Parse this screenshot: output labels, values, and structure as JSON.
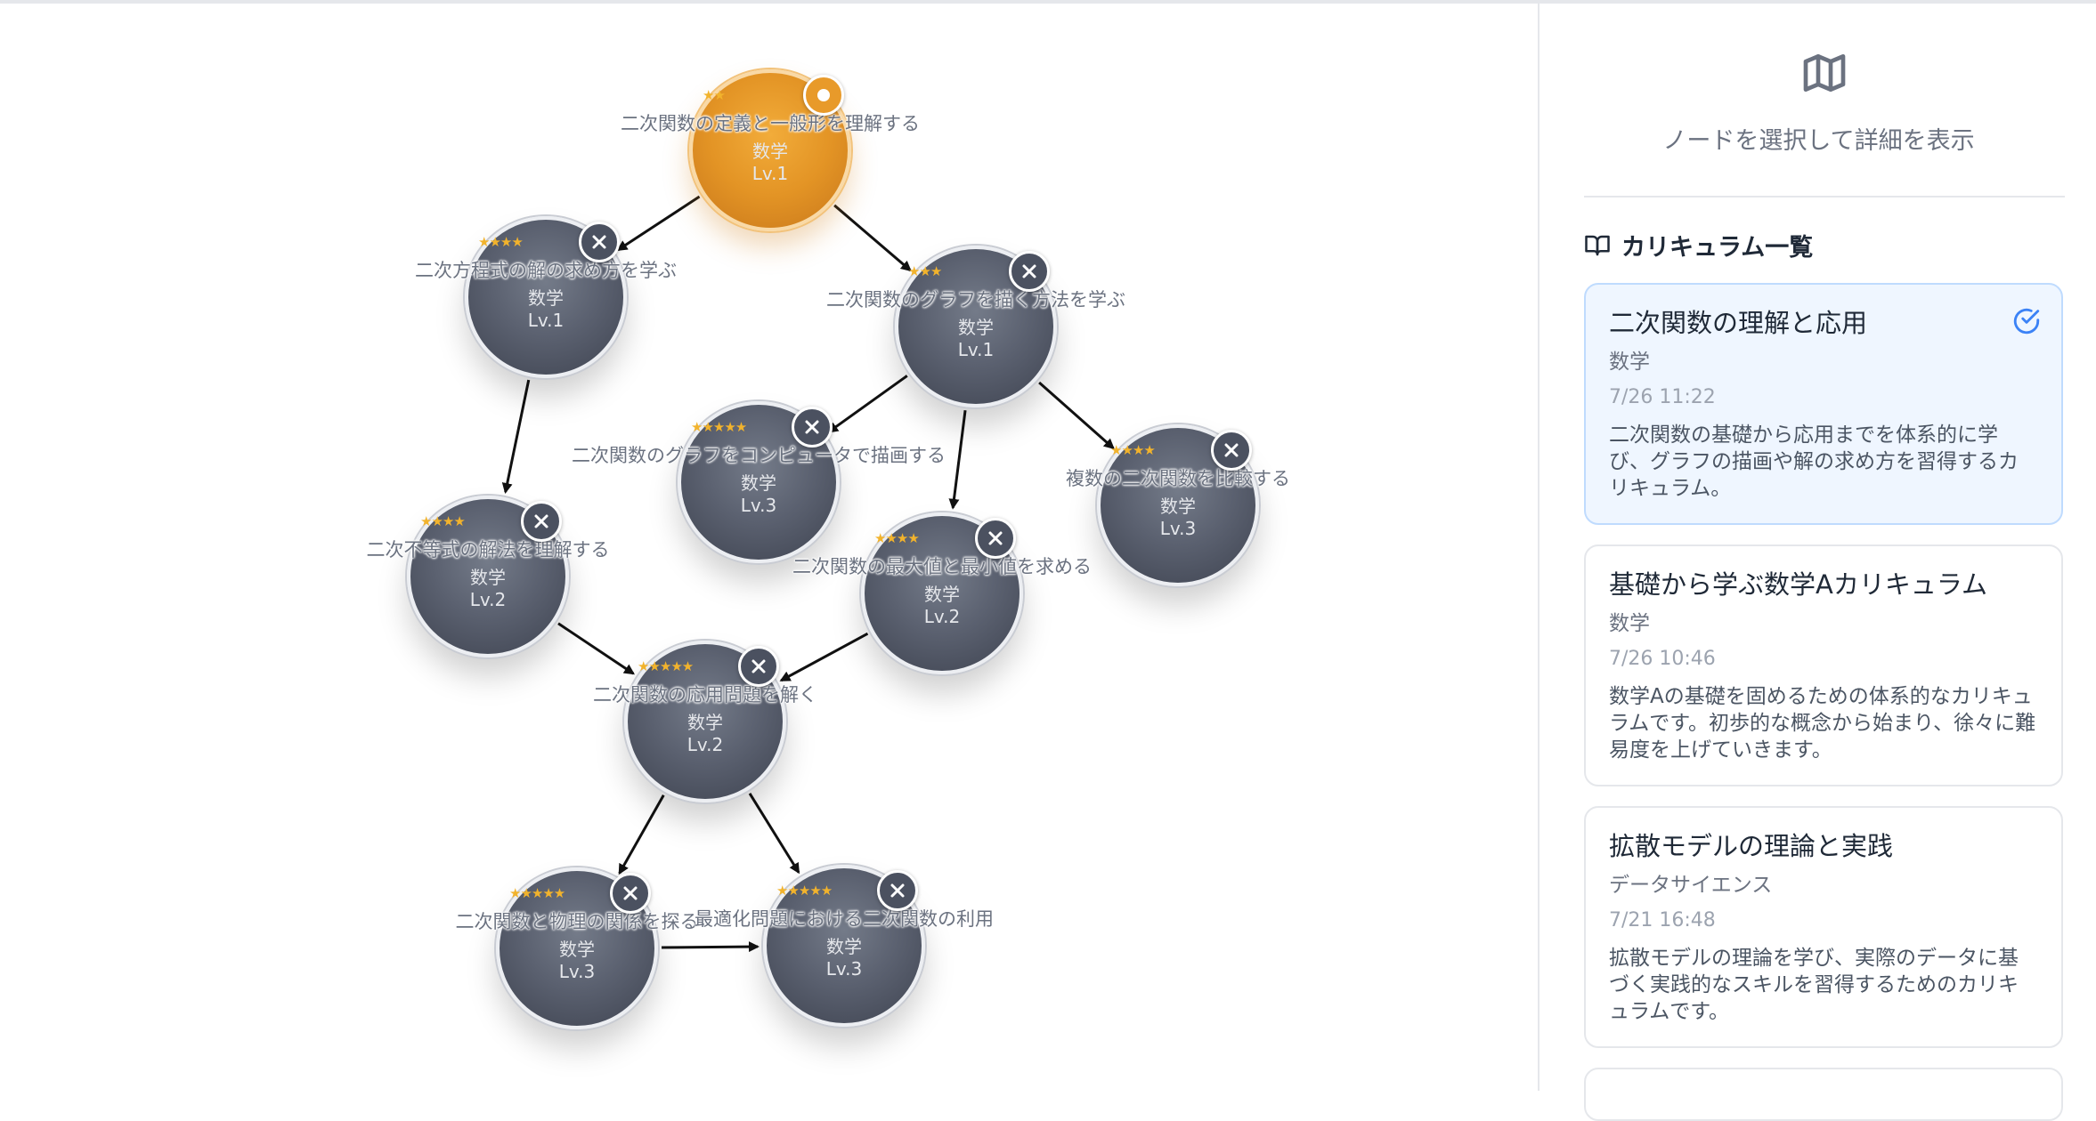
{
  "graph": {
    "nodes": [
      {
        "title": "二次関数の定義と一般形を理解する",
        "subject": "数学",
        "level": "Lv.1",
        "stars": "★★",
        "active": true
      },
      {
        "title": "二次方程式の解の求め方を学ぶ",
        "subject": "数学",
        "level": "Lv.1",
        "stars": "★★★★"
      },
      {
        "title": "二次関数のグラフを描く方法を学ぶ",
        "subject": "数学",
        "level": "Lv.1",
        "stars": "★★★"
      },
      {
        "title": "二次関数のグラフをコンピュータで描画する",
        "subject": "数学",
        "level": "Lv.3",
        "stars": "★★★★★"
      },
      {
        "title": "複数の二次関数を比較する",
        "subject": "数学",
        "level": "Lv.3",
        "stars": "★★★★"
      },
      {
        "title": "二次不等式の解法を理解する",
        "subject": "数学",
        "level": "Lv.2",
        "stars": "★★★★"
      },
      {
        "title": "二次関数の最大値と最小値を求める",
        "subject": "数学",
        "level": "Lv.2",
        "stars": "★★★★"
      },
      {
        "title": "二次関数の応用問題を解く",
        "subject": "数学",
        "level": "Lv.2",
        "stars": "★★★★★"
      },
      {
        "title": "二次関数と物理の関係を探る",
        "subject": "数学",
        "level": "Lv.3",
        "stars": "★★★★★"
      },
      {
        "title": "最適化問題における二次関数の利用",
        "subject": "数学",
        "level": "Lv.3",
        "stars": "★★★★★"
      }
    ],
    "edges": [
      [
        0,
        1
      ],
      [
        0,
        2
      ],
      [
        1,
        5
      ],
      [
        2,
        3
      ],
      [
        2,
        6
      ],
      [
        2,
        4
      ],
      [
        5,
        7
      ],
      [
        6,
        7
      ],
      [
        7,
        8
      ],
      [
        7,
        9
      ],
      [
        8,
        9
      ]
    ]
  },
  "panel": {
    "hint": "ノードを選択して詳細を表示",
    "section_title": "カリキュラム一覧",
    "curricula": [
      {
        "title": "二次関数の理解と応用",
        "subject": "数学",
        "date": "7/26 11:22",
        "description": "二次関数の基礎から応用までを体系的に学び、グラフの描画や解の求め方を習得するカリキュラム。",
        "selected": true
      },
      {
        "title": "基礎から学ぶ数学Aカリキュラム",
        "subject": "数学",
        "date": "7/26 10:46",
        "description": "数学Aの基礎を固めるための体系的なカリキュラムです。初歩的な概念から始まり、徐々に難易度を上げていきます。"
      },
      {
        "title": "拡散モデルの理論と実践",
        "subject": "データサイエンス",
        "date": "7/21 16:48",
        "description": "拡散モデルの理論を学び、実際のデータに基づく実践的なスキルを習得するためのカリキュラムです。"
      }
    ]
  },
  "colors": {
    "active_node": "#e39425",
    "node": "#5b6170",
    "accent": "#3b82f6"
  }
}
